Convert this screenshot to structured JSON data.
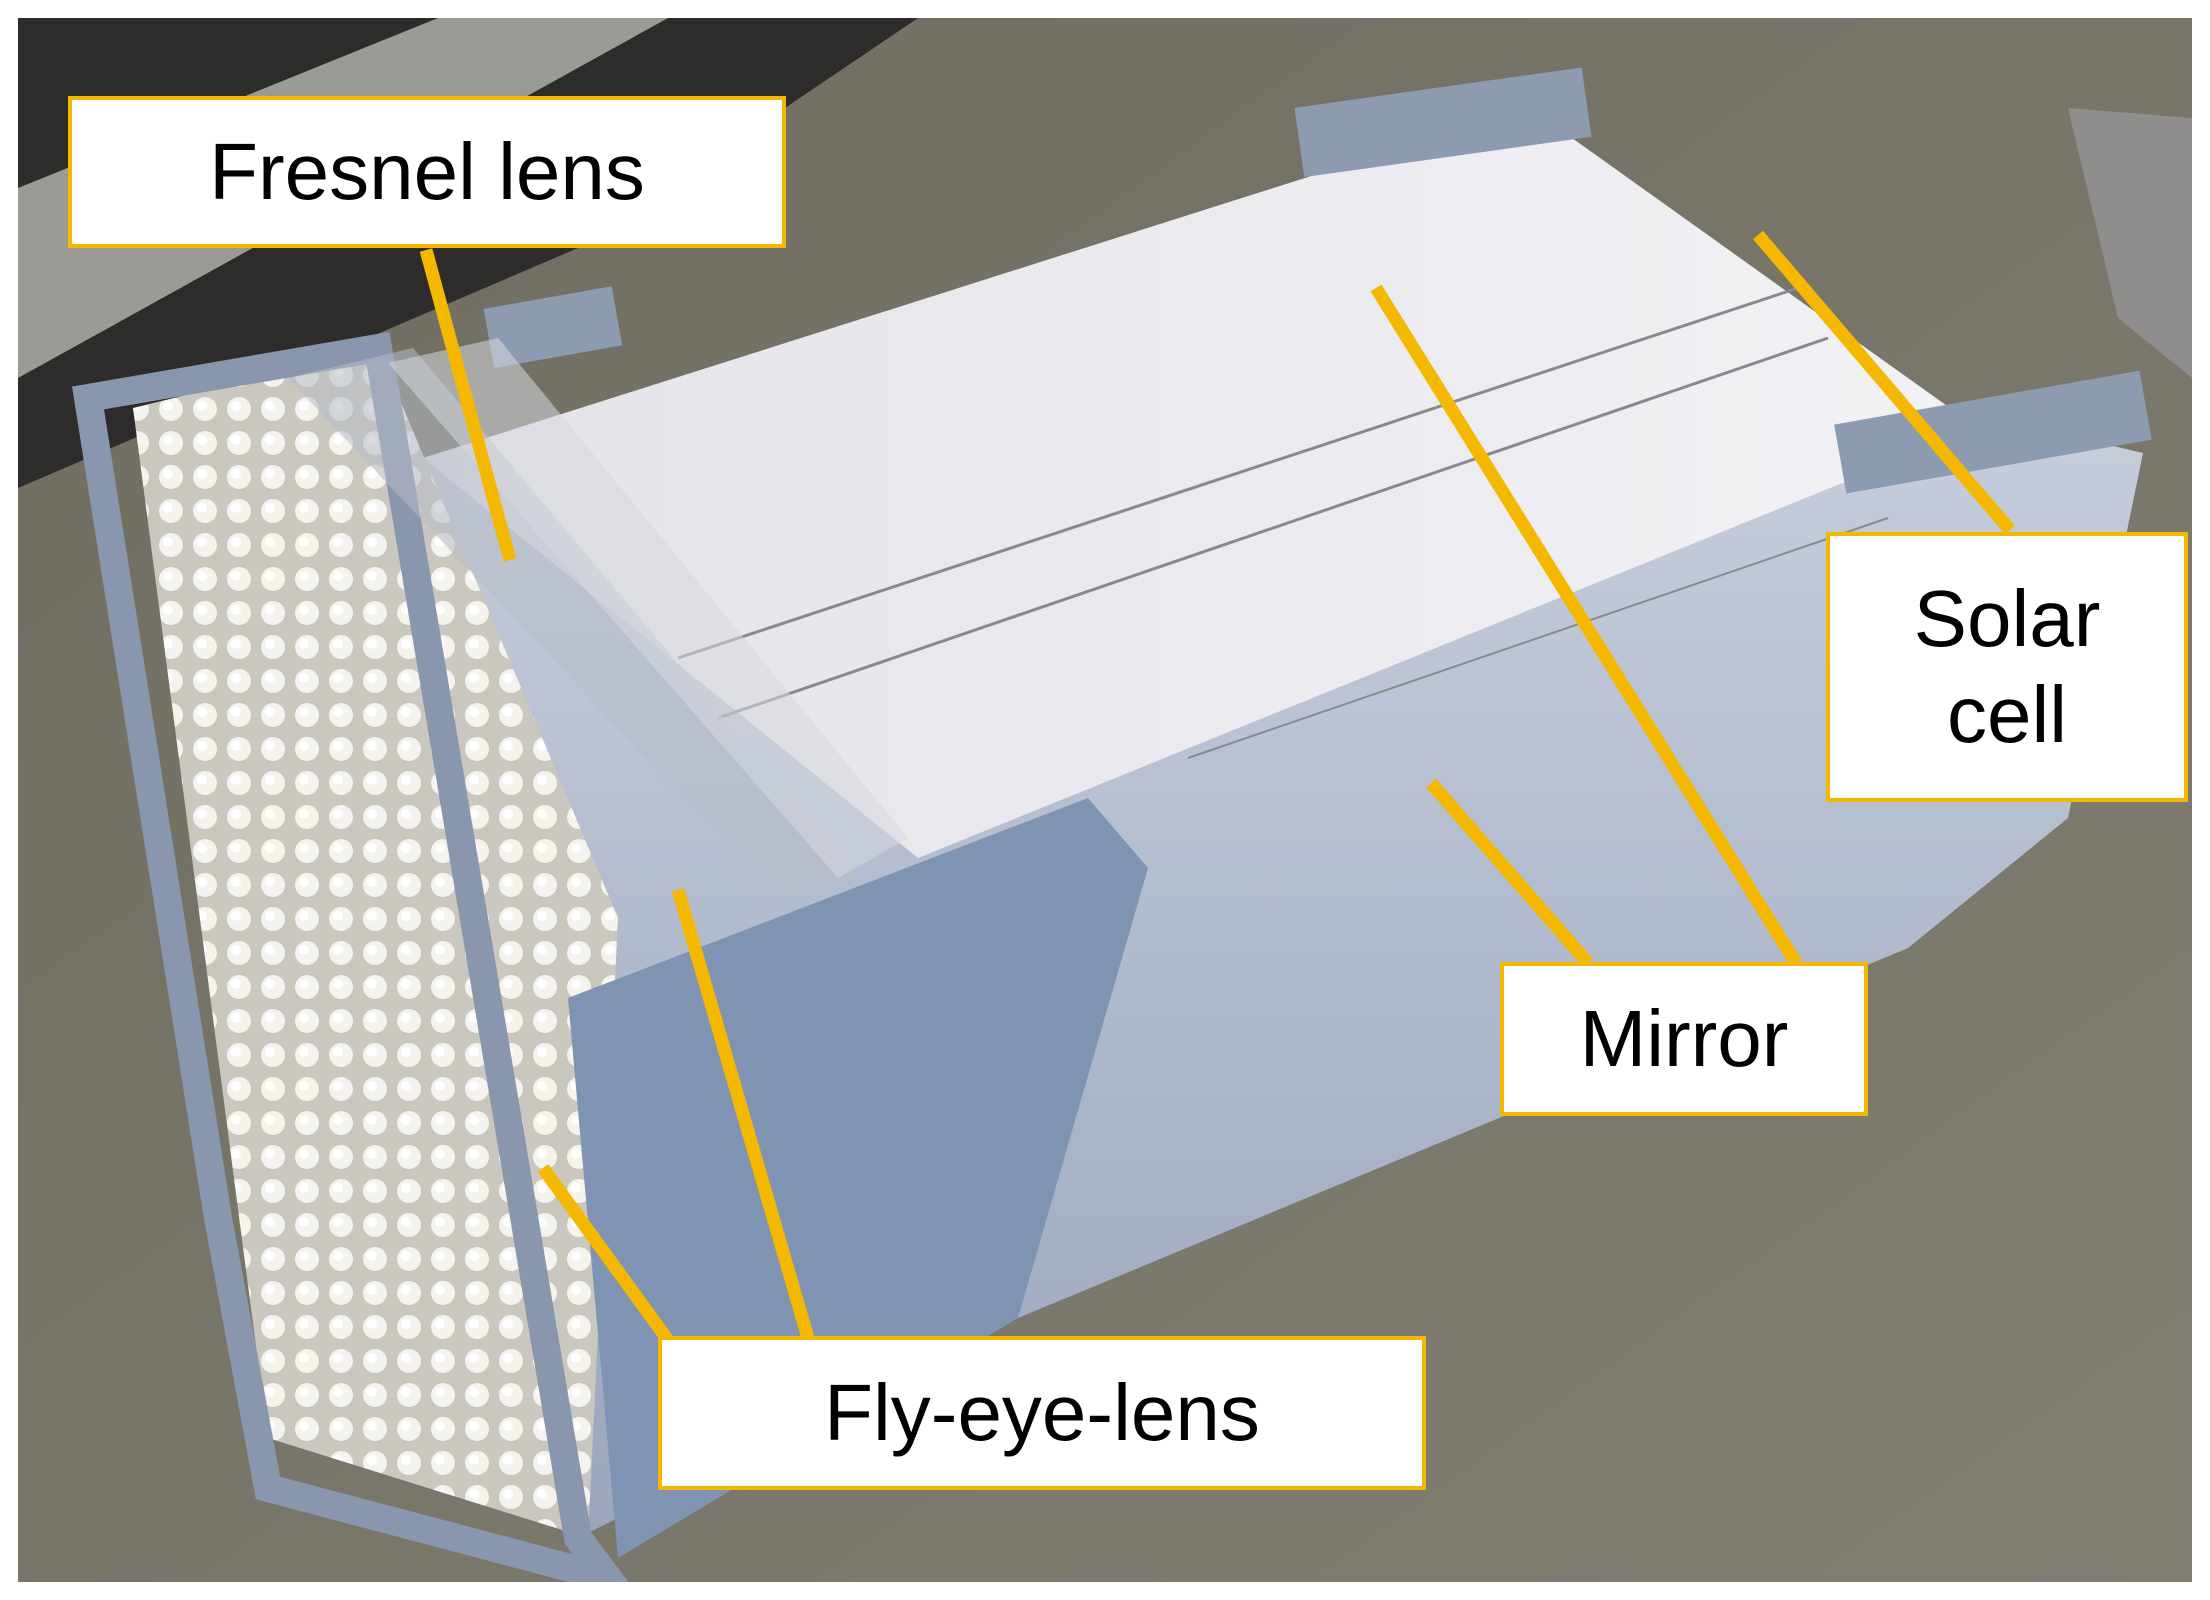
{
  "figure": {
    "labels": {
      "fresnel_lens": "Fresnel lens",
      "solar_cell": "Solar\ncell",
      "mirror": "Mirror",
      "fly_eye_lens": "Fly-eye-lens"
    },
    "colors": {
      "callout_line": "#f5b800",
      "callout_border": "#f5b800",
      "frame_blue": "#7f93b3",
      "surface_gray": "#767467",
      "cover_white": "#ececf0"
    }
  }
}
